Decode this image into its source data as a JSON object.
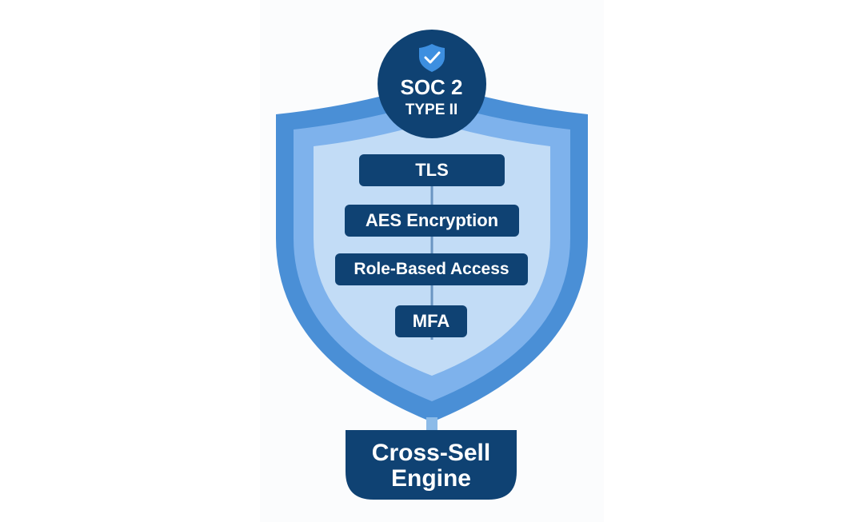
{
  "badge": {
    "title": "SOC 2",
    "subtitle": "TYPE II",
    "icon": "shield-check-icon"
  },
  "layers": [
    {
      "label": "TLS"
    },
    {
      "label": "AES Encryption"
    },
    {
      "label": "Role-Based Access"
    },
    {
      "label": "MFA"
    }
  ],
  "engine": {
    "line1": "Cross-Sell",
    "line2": "Engine"
  },
  "colors": {
    "shield_outer": "#4a8fd6",
    "shield_middle": "#7eb2ec",
    "shield_inner": "#c2dcf6",
    "navy": "#0f4273",
    "check_shield": "#3d8fe0",
    "connector": "#6a95c2"
  }
}
